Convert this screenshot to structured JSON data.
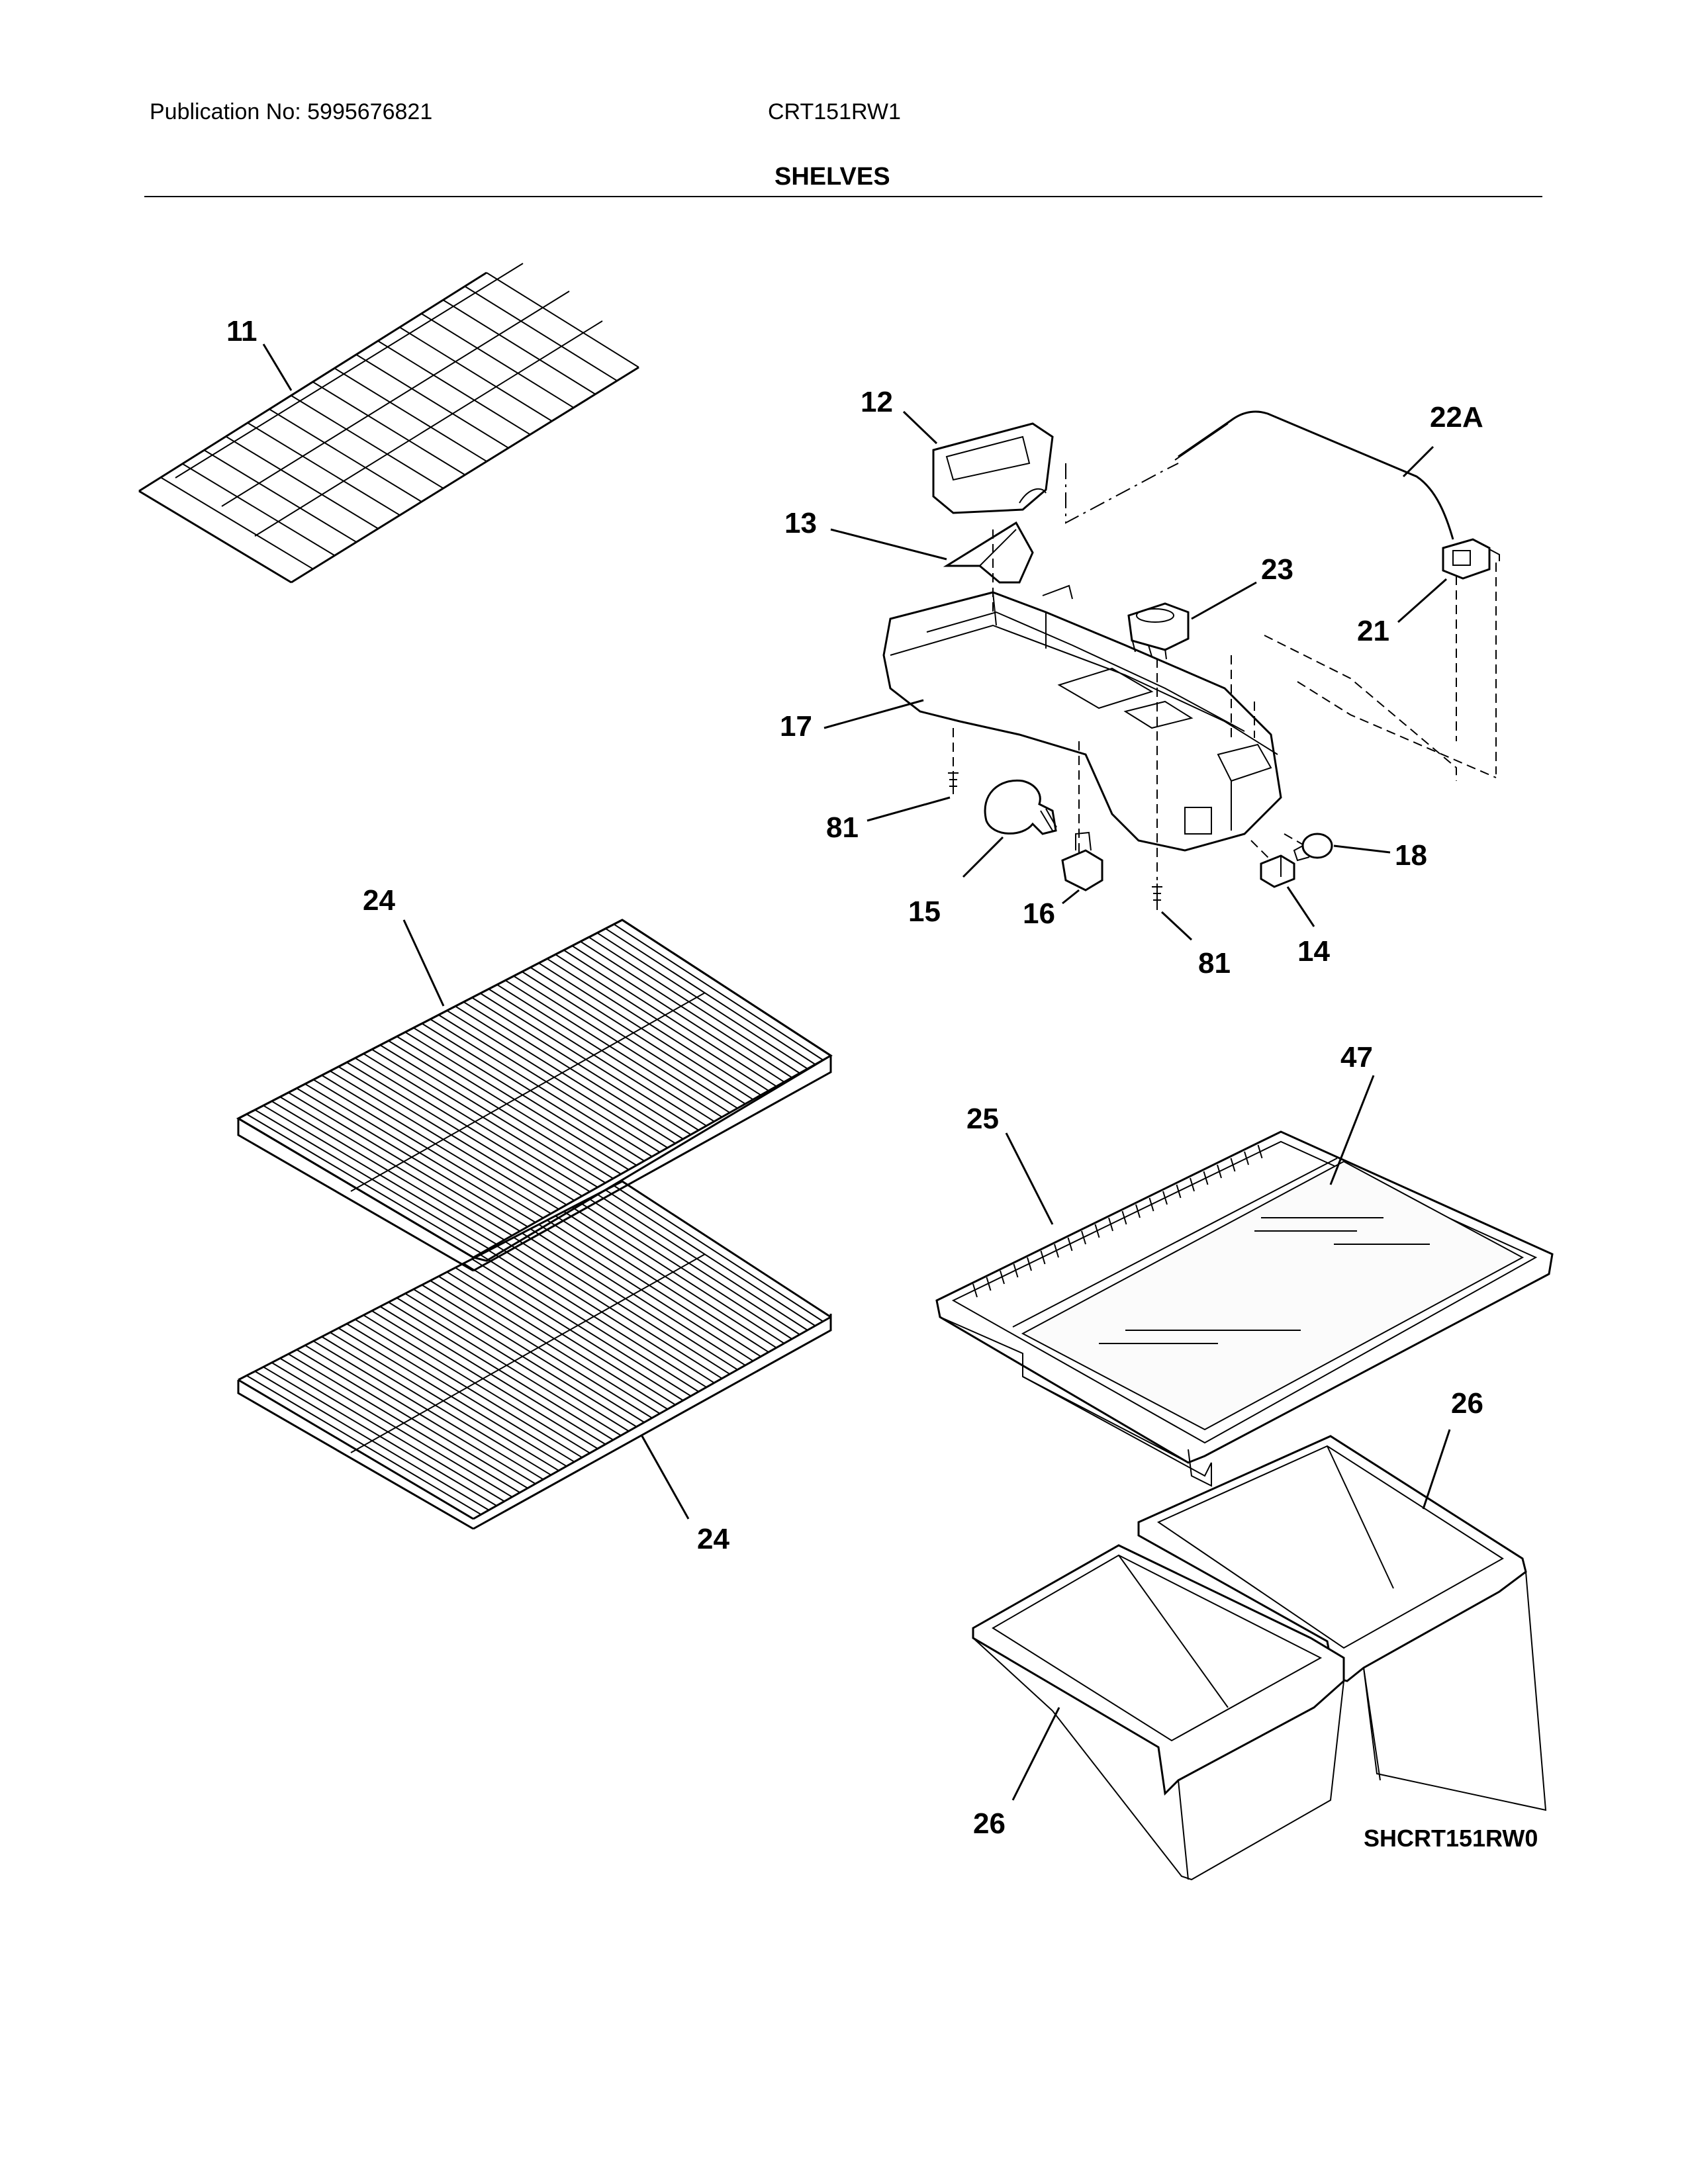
{
  "header": {
    "publication": "Publication No: 5995676821",
    "model": "CRT151RW1",
    "section_title": "SHELVES"
  },
  "drawing_code": "SHCRT151RW0",
  "callouts": {
    "c11": "11",
    "c12": "12",
    "c13": "13",
    "c14": "14",
    "c15": "15",
    "c16": "16",
    "c17": "17",
    "c18": "18",
    "c21": "21",
    "c22a": "22A",
    "c23": "23",
    "c24_top": "24",
    "c24_bottom": "24",
    "c25": "25",
    "c26_right": "26",
    "c26_left": "26",
    "c47": "47",
    "c81_left": "81",
    "c81_right": "81"
  }
}
